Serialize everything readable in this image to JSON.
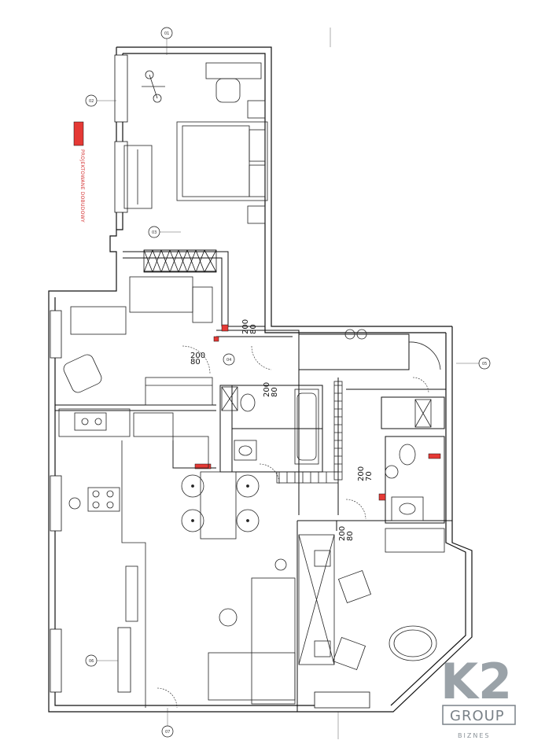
{
  "legend": {
    "label": "PROJEKTOWANE DOBUDOWY",
    "color": "#e53935"
  },
  "doors": [
    {
      "width": "80",
      "height": "200"
    },
    {
      "width": "80",
      "height": "200"
    },
    {
      "width": "80",
      "height": "200"
    },
    {
      "width": "70",
      "height": "200"
    },
    {
      "width": "80",
      "height": "200"
    }
  ],
  "axes": [
    "01",
    "02",
    "03",
    "04",
    "05",
    "06",
    "07"
  ],
  "logo": {
    "mark": "K2",
    "group": "GROUP",
    "tagline": "BIZNES"
  },
  "colors": {
    "wall": "#111111",
    "wall_fill": "#ffffff",
    "new_wall": "#e53935",
    "logo": "#9aa2a8"
  }
}
